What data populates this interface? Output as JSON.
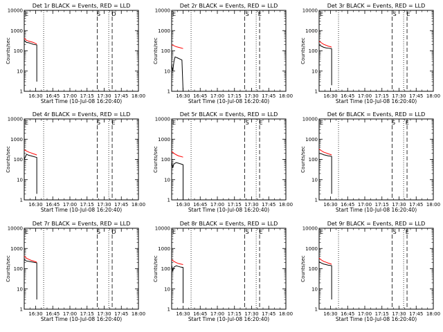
{
  "chart_data": [
    {
      "type": "line",
      "title": "Det 1r BLACK = Events, RED = LLD",
      "xlabel": "Start Time (10-Jul-08 16:20:40)",
      "ylabel": "Counts/sec",
      "yscale": "log",
      "ylim": [
        1,
        10000
      ],
      "xlim": [
        "16:20",
        "18:00"
      ],
      "xticks": [
        "16:30",
        "16:45",
        "17:00",
        "17:15",
        "17:30",
        "17:45",
        "18:00"
      ],
      "yticks": [
        "1",
        "10",
        "100",
        "1000",
        "10000"
      ],
      "markers": [
        {
          "label": "E",
          "time": "16:20"
        },
        {
          "label": "S",
          "time": "17:23"
        },
        {
          "label": "D",
          "time": "17:36"
        }
      ],
      "vlines": [
        {
          "time": "16:37",
          "style": "dotted"
        },
        {
          "time": "17:24",
          "style": "dashed"
        },
        {
          "time": "17:34",
          "style": "dotted"
        },
        {
          "time": "17:37",
          "style": "dashed"
        }
      ],
      "series": [
        {
          "color": "#000000",
          "x": [
            "16:20",
            "16:22",
            "16:24",
            "16:26",
            "16:28",
            "16:30",
            "16:31",
            "16:31",
            "16:31"
          ],
          "y": [
            330,
            260,
            250,
            230,
            210,
            200,
            195,
            30,
            3
          ]
        },
        {
          "color": "#ff0000",
          "x": [
            "16:20",
            "16:22",
            "16:24",
            "16:26",
            "16:28",
            "16:30",
            "16:31"
          ],
          "y": [
            420,
            330,
            300,
            280,
            260,
            230,
            220
          ]
        }
      ]
    },
    {
      "type": "line",
      "title": "Det 2r BLACK = Events, RED = LLD",
      "xlabel": "Start Time (10-Jul-08 16:20:40)",
      "ylabel": "Counts/sec",
      "yscale": "log",
      "ylim": [
        1,
        10000
      ],
      "xlim": [
        "16:20",
        "18:00"
      ],
      "xticks": [
        "16:30",
        "16:45",
        "17:00",
        "17:15",
        "17:30",
        "17:45",
        "18:00"
      ],
      "yticks": [
        "1",
        "10",
        "100",
        "1000",
        "10000"
      ],
      "markers": [
        {
          "label": "E",
          "time": "16:20"
        },
        {
          "label": "S",
          "time": "17:24"
        },
        {
          "label": "E",
          "time": "17:35"
        }
      ],
      "vlines": [
        {
          "time": "16:37",
          "style": "dotted"
        },
        {
          "time": "17:24",
          "style": "dashed"
        },
        {
          "time": "17:34",
          "style": "dotted"
        },
        {
          "time": "17:37",
          "style": "dashed"
        }
      ],
      "series": [
        {
          "color": "#000000",
          "x": [
            "16:20",
            "16:21",
            "16:22",
            "16:23",
            "16:25",
            "16:27",
            "16:29",
            "16:30",
            "16:30"
          ],
          "y": [
            20,
            10,
            30,
            50,
            45,
            40,
            35,
            1,
            1
          ]
        },
        {
          "color": "#ff0000",
          "x": [
            "16:20",
            "16:22",
            "16:24",
            "16:26",
            "16:28",
            "16:30"
          ],
          "y": [
            200,
            180,
            160,
            150,
            140,
            130
          ]
        }
      ]
    },
    {
      "type": "line",
      "title": "Det 3r BLACK = Events, RED = LLD",
      "xlabel": "Start Time (10-Jul-08 16:20:40)",
      "ylabel": "Counts/sec",
      "yscale": "log",
      "ylim": [
        1,
        10000
      ],
      "xlim": [
        "16:20",
        "18:00"
      ],
      "xticks": [
        "16:30",
        "16:45",
        "17:00",
        "17:15",
        "17:30",
        "17:45",
        "18:00"
      ],
      "yticks": [
        "1",
        "10",
        "100",
        "1000",
        "10000"
      ],
      "markers": [
        {
          "label": "E",
          "time": "16:20"
        },
        {
          "label": "S",
          "time": "17:24"
        },
        {
          "label": "E",
          "time": "17:36"
        }
      ],
      "vlines": [
        {
          "time": "16:37",
          "style": "dotted"
        },
        {
          "time": "17:24",
          "style": "dashed"
        },
        {
          "time": "17:34",
          "style": "dotted"
        },
        {
          "time": "17:37",
          "style": "dashed"
        }
      ],
      "series": [
        {
          "color": "#000000",
          "x": [
            "16:20",
            "16:22",
            "16:24",
            "16:26",
            "16:28",
            "16:30",
            "16:31",
            "16:31"
          ],
          "y": [
            200,
            170,
            150,
            140,
            135,
            130,
            125,
            2
          ]
        },
        {
          "color": "#ff0000",
          "x": [
            "16:20",
            "16:22",
            "16:24",
            "16:26",
            "16:28",
            "16:30",
            "16:31"
          ],
          "y": [
            300,
            250,
            210,
            190,
            170,
            160,
            150
          ]
        }
      ]
    },
    {
      "type": "line",
      "title": "Det 4r BLACK = Events, RED = LLD",
      "xlabel": "Start Time (10-Jul-08 16:20:40)",
      "ylabel": "Counts/sec",
      "yscale": "log",
      "ylim": [
        1,
        10000
      ],
      "xlim": [
        "16:20",
        "18:00"
      ],
      "xticks": [
        "16:30",
        "16:45",
        "17:00",
        "17:15",
        "17:30",
        "17:45",
        "18:00"
      ],
      "yticks": [
        "1",
        "10",
        "100",
        "1000",
        "10000"
      ],
      "markers": [
        {
          "label": "E",
          "time": "16:20"
        },
        {
          "label": "S",
          "time": "17:23"
        },
        {
          "label": "E",
          "time": "17:36"
        }
      ],
      "vlines": [
        {
          "time": "16:37",
          "style": "dotted"
        },
        {
          "time": "17:24",
          "style": "dashed"
        },
        {
          "time": "17:34",
          "style": "dotted"
        },
        {
          "time": "17:37",
          "style": "dashed"
        }
      ],
      "series": [
        {
          "color": "#000000",
          "x": [
            "16:20",
            "16:22",
            "16:24",
            "16:26",
            "16:28",
            "16:30",
            "16:31",
            "16:31"
          ],
          "y": [
            100,
            180,
            160,
            150,
            140,
            130,
            125,
            2
          ]
        },
        {
          "color": "#ff0000",
          "x": [
            "16:20",
            "16:22",
            "16:24",
            "16:26",
            "16:28",
            "16:30",
            "16:31"
          ],
          "y": [
            300,
            260,
            230,
            210,
            190,
            175,
            165
          ]
        }
      ]
    },
    {
      "type": "line",
      "title": "Det 5r BLACK = Events, RED = LLD",
      "xlabel": "Start Time (10-Jul-08 16:20:40)",
      "ylabel": "Counts/sec",
      "yscale": "log",
      "ylim": [
        1,
        10000
      ],
      "xlim": [
        "16:20",
        "18:00"
      ],
      "xticks": [
        "16:30",
        "16:45",
        "17:00",
        "17:15",
        "17:30",
        "17:45",
        "18:00"
      ],
      "yticks": [
        "1",
        "10",
        "100",
        "1000",
        "10000"
      ],
      "markers": [
        {
          "label": "E",
          "time": "16:20"
        },
        {
          "label": "S",
          "time": "17:24"
        },
        {
          "label": "E",
          "time": "17:36"
        }
      ],
      "vlines": [
        {
          "time": "16:37",
          "style": "dotted"
        },
        {
          "time": "17:24",
          "style": "dashed"
        },
        {
          "time": "17:34",
          "style": "dotted"
        },
        {
          "time": "17:37",
          "style": "dashed"
        }
      ],
      "series": [
        {
          "color": "#000000",
          "x": [
            "16:20",
            "16:21",
            "16:22",
            "16:24",
            "16:26",
            "16:28",
            "16:30",
            "16:30"
          ],
          "y": [
            70,
            40,
            60,
            70,
            65,
            60,
            55,
            1
          ]
        },
        {
          "color": "#ff0000",
          "x": [
            "16:20",
            "16:22",
            "16:24",
            "16:26",
            "16:28",
            "16:30"
          ],
          "y": [
            250,
            200,
            170,
            150,
            140,
            130
          ]
        }
      ]
    },
    {
      "type": "line",
      "title": "Det 6r BLACK = Events, RED = LLD",
      "xlabel": "Start Time (10-Jul-08 16:20:40)",
      "ylabel": "Counts/sec",
      "yscale": "log",
      "ylim": [
        1,
        10000
      ],
      "xlim": [
        "16:20",
        "18:00"
      ],
      "xticks": [
        "16:30",
        "16:45",
        "17:00",
        "17:15",
        "17:30",
        "17:45",
        "18:00"
      ],
      "yticks": [
        "1",
        "10",
        "100",
        "1000",
        "10000"
      ],
      "markers": [
        {
          "label": "E",
          "time": "16:20"
        },
        {
          "label": "S",
          "time": "17:23"
        },
        {
          "label": "E",
          "time": "17:35"
        }
      ],
      "vlines": [
        {
          "time": "16:37",
          "style": "dotted"
        },
        {
          "time": "17:24",
          "style": "dashed"
        },
        {
          "time": "17:34",
          "style": "dotted"
        },
        {
          "time": "17:37",
          "style": "dashed"
        }
      ],
      "series": [
        {
          "color": "#000000",
          "x": [
            "16:20",
            "16:22",
            "16:24",
            "16:26",
            "16:28",
            "16:30",
            "16:31",
            "16:31"
          ],
          "y": [
            200,
            190,
            170,
            160,
            150,
            145,
            140,
            2
          ]
        },
        {
          "color": "#ff0000",
          "x": [
            "16:20",
            "16:22",
            "16:24",
            "16:26",
            "16:28",
            "16:30",
            "16:31"
          ],
          "y": [
            320,
            270,
            230,
            210,
            190,
            175,
            165
          ]
        }
      ]
    },
    {
      "type": "line",
      "title": "Det 7r BLACK = Events, RED = LLD",
      "xlabel": "Start Time (10-Jul-08 16:20:40)",
      "ylabel": "Counts/sec",
      "yscale": "log",
      "ylim": [
        1,
        10000
      ],
      "xlim": [
        "16:20",
        "18:00"
      ],
      "xticks": [
        "16:30",
        "16:45",
        "17:00",
        "17:15",
        "17:30",
        "17:45",
        "18:00"
      ],
      "yticks": [
        "1",
        "10",
        "100",
        "1000",
        "10000"
      ],
      "markers": [
        {
          "label": "E",
          "time": "16:20"
        },
        {
          "label": "S",
          "time": "17:23"
        },
        {
          "label": "D",
          "time": "17:36"
        }
      ],
      "vlines": [
        {
          "time": "16:37",
          "style": "dotted"
        },
        {
          "time": "17:24",
          "style": "dashed"
        },
        {
          "time": "17:34",
          "style": "dotted"
        },
        {
          "time": "17:37",
          "style": "dashed"
        }
      ],
      "series": [
        {
          "color": "#000000",
          "x": [
            "16:20",
            "16:22",
            "16:24",
            "16:26",
            "16:28",
            "16:30",
            "16:31",
            "16:31"
          ],
          "y": [
            280,
            240,
            230,
            220,
            210,
            200,
            195,
            3
          ]
        },
        {
          "color": "#ff0000",
          "x": [
            "16:20",
            "16:22",
            "16:24",
            "16:26",
            "16:28",
            "16:30",
            "16:31"
          ],
          "y": [
            420,
            330,
            290,
            260,
            240,
            220,
            210
          ]
        }
      ]
    },
    {
      "type": "line",
      "title": "Det 8r BLACK = Events, RED = LLD",
      "xlabel": "Start Time (10-Jul-08 16:20:40)",
      "ylabel": "Counts/sec",
      "yscale": "log",
      "ylim": [
        1,
        10000
      ],
      "xlim": [
        "16:20",
        "18:00"
      ],
      "xticks": [
        "16:30",
        "16:45",
        "17:00",
        "17:15",
        "17:30",
        "17:45",
        "18:00"
      ],
      "yticks": [
        "1",
        "10",
        "100",
        "1000",
        "10000"
      ],
      "markers": [
        {
          "label": "E",
          "time": "16:20"
        },
        {
          "label": "S",
          "time": "17:24"
        },
        {
          "label": "E",
          "time": "17:36"
        }
      ],
      "vlines": [
        {
          "time": "16:37",
          "style": "dotted"
        },
        {
          "time": "17:24",
          "style": "dashed"
        },
        {
          "time": "17:34",
          "style": "dotted"
        },
        {
          "time": "17:37",
          "style": "dashed"
        }
      ],
      "series": [
        {
          "color": "#000000",
          "x": [
            "16:20",
            "16:21",
            "16:22",
            "16:24",
            "16:26",
            "16:28",
            "16:30",
            "16:30"
          ],
          "y": [
            150,
            80,
            120,
            140,
            130,
            120,
            115,
            2
          ]
        },
        {
          "color": "#ff0000",
          "x": [
            "16:20",
            "16:22",
            "16:24",
            "16:26",
            "16:28",
            "16:30"
          ],
          "y": [
            280,
            230,
            200,
            180,
            170,
            160
          ]
        }
      ]
    },
    {
      "type": "line",
      "title": "Det 9r BLACK = Events, RED = LLD",
      "xlabel": "Start Time (10-Jul-08 16:20:40)",
      "ylabel": "Counts/sec",
      "yscale": "log",
      "ylim": [
        1,
        10000
      ],
      "xlim": [
        "16:20",
        "18:00"
      ],
      "xticks": [
        "16:30",
        "16:45",
        "17:00",
        "17:15",
        "17:30",
        "17:45",
        "18:00"
      ],
      "yticks": [
        "1",
        "10",
        "100",
        "1000",
        "10000"
      ],
      "markers": [
        {
          "label": "E",
          "time": "16:20"
        },
        {
          "label": "S",
          "time": "17:24"
        },
        {
          "label": "E",
          "time": "17:35"
        }
      ],
      "vlines": [
        {
          "time": "16:37",
          "style": "dotted"
        },
        {
          "time": "17:24",
          "style": "dashed"
        },
        {
          "time": "17:34",
          "style": "dotted"
        },
        {
          "time": "17:37",
          "style": "dashed"
        }
      ],
      "series": [
        {
          "color": "#000000",
          "x": [
            "16:20",
            "16:22",
            "16:24",
            "16:26",
            "16:28",
            "16:30",
            "16:31",
            "16:31"
          ],
          "y": [
            220,
            190,
            170,
            160,
            150,
            145,
            140,
            3
          ]
        },
        {
          "color": "#ff0000",
          "x": [
            "16:20",
            "16:22",
            "16:24",
            "16:26",
            "16:28",
            "16:30",
            "16:31"
          ],
          "y": [
            330,
            270,
            230,
            210,
            190,
            175,
            165
          ]
        }
      ]
    }
  ]
}
